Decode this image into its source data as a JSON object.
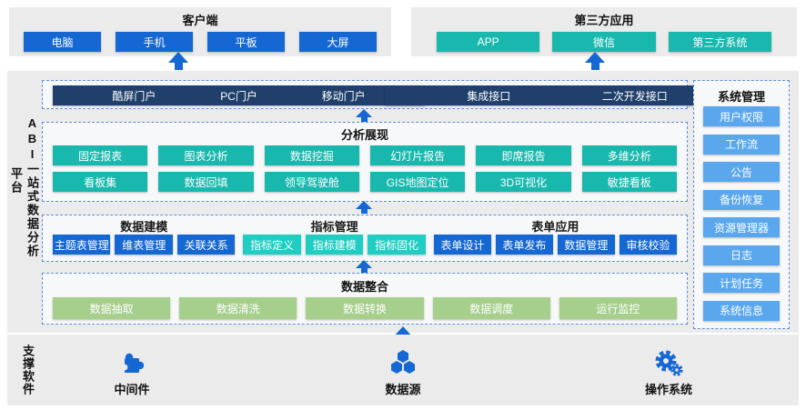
{
  "colors": {
    "blue": "#1568d3",
    "teal": "#19b8ae",
    "teal_bright": "#1fcdc2",
    "navy": "#20406b",
    "light_blue": "#5aa7ee",
    "green": "#a5cf8a",
    "panel_bg": "#ebebeb",
    "dashed_border": "#5b8cd9"
  },
  "client": {
    "title": "客户端",
    "items": [
      "电脑",
      "手机",
      "平板",
      "大屏"
    ]
  },
  "third_party": {
    "title": "第三方应用",
    "items": [
      "APP",
      "微信",
      "第三方系统"
    ]
  },
  "platform_label": {
    "column1": "ABI一站式数据分析",
    "column2": "平台"
  },
  "portal": {
    "left_items": [
      "酷屏门户",
      "PC门户",
      "移动门户"
    ],
    "right_items": [
      "集成接口",
      "二次开发接口"
    ]
  },
  "analysis": {
    "title": "分析展现",
    "row1": [
      "固定报表",
      "图表分析",
      "数据挖掘",
      "幻灯片报告",
      "即席报告",
      "多维分析"
    ],
    "row2": [
      "看板集",
      "数据回填",
      "领导驾驶舱",
      "GIS地图定位",
      "3D可视化",
      "敏捷看板"
    ]
  },
  "modeling": {
    "groups": [
      {
        "title": "数据建模",
        "items": [
          "主题表管理",
          "维表管理",
          "关联关系"
        ]
      },
      {
        "title": "指标管理",
        "items": [
          "指标定义",
          "指标建模",
          "指标固化"
        ]
      },
      {
        "title": "表单应用",
        "items": [
          "表单设计",
          "表单发布",
          "数据管理",
          "审核校验"
        ]
      }
    ]
  },
  "integration": {
    "title": "数据整合",
    "items": [
      "数据抽取",
      "数据清洗",
      "数据转换",
      "数据调度",
      "运行监控"
    ]
  },
  "system": {
    "title": "系统管理",
    "items": [
      "用户权限",
      "工作流",
      "公告",
      "备份恢复",
      "资源管理器",
      "日志",
      "计划任务",
      "系统信息"
    ]
  },
  "support": {
    "label": "支撑软件",
    "items": [
      {
        "label": "中间件",
        "icon": "puzzle-icon"
      },
      {
        "label": "数据源",
        "icon": "hexagon-cluster-icon"
      },
      {
        "label": "操作系统",
        "icon": "gears-icon"
      }
    ]
  }
}
